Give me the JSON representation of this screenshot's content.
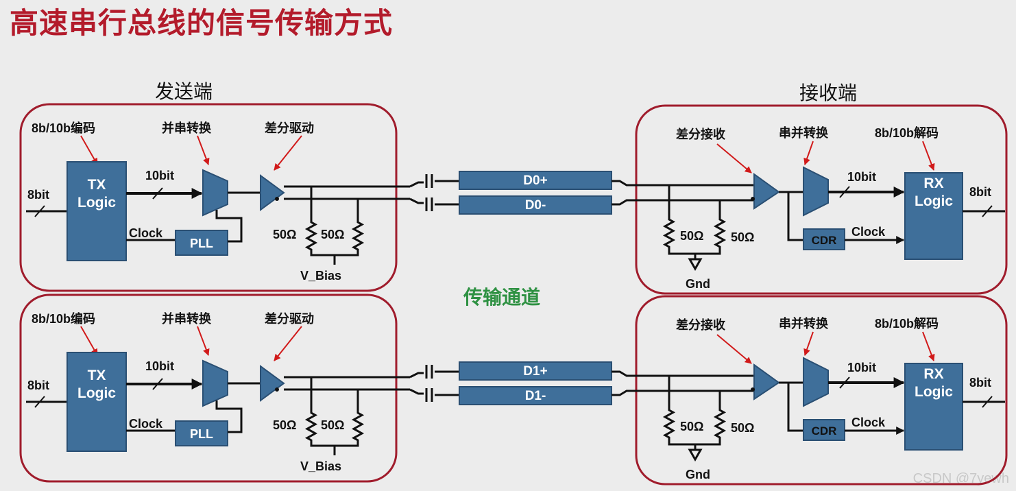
{
  "title": "高速串行总线的信号传输方式",
  "transmitter_label": "发送端",
  "receiver_label": "接收端",
  "channel_label": "传输通道",
  "watermark": "CSDN @7yewh",
  "colors": {
    "title": "#b31b2b",
    "box_border": "#a01c2c",
    "block_fill": "#3f6f9a",
    "block_border": "#2a4f73",
    "channel_text": "#2e9142",
    "arrow": "#d11a1a"
  },
  "lanes": [
    {
      "tx": {
        "encode_label": "8b/10b编码",
        "serializer_label": "并串转换",
        "driver_label": "差分驱动",
        "input_width": "8bit",
        "bus_width": "10bit",
        "logic_line1": "TX",
        "logic_line2": "Logic",
        "clock_label": "Clock",
        "pll_label": "PLL",
        "r1": "50Ω",
        "r2": "50Ω",
        "bias_label": "V_Bias"
      },
      "channel": {
        "pos": "D0+",
        "neg": "D0-"
      },
      "rx": {
        "receiver_label": "差分接收",
        "deserializer_label": "串并转换",
        "decode_label": "8b/10b解码",
        "bus_width": "10bit",
        "output_width": "8bit",
        "logic_line1": "RX",
        "logic_line2": "Logic",
        "clock_label": "Clock",
        "cdr_label": "CDR",
        "r1": "50Ω",
        "r2": "50Ω",
        "gnd_label": "Gnd"
      }
    },
    {
      "tx": {
        "encode_label": "8b/10b编码",
        "serializer_label": "并串转换",
        "driver_label": "差分驱动",
        "input_width": "8bit",
        "bus_width": "10bit",
        "logic_line1": "TX",
        "logic_line2": "Logic",
        "clock_label": "Clock",
        "pll_label": "PLL",
        "r1": "50Ω",
        "r2": "50Ω",
        "bias_label": "V_Bias"
      },
      "channel": {
        "pos": "D1+",
        "neg": "D1-"
      },
      "rx": {
        "receiver_label": "差分接收",
        "deserializer_label": "串并转换",
        "decode_label": "8b/10b解码",
        "bus_width": "10bit",
        "output_width": "8bit",
        "logic_line1": "RX",
        "logic_line2": "Logic",
        "clock_label": "Clock",
        "cdr_label": "CDR",
        "r1": "50Ω",
        "r2": "50Ω",
        "gnd_label": "Gnd"
      }
    }
  ]
}
